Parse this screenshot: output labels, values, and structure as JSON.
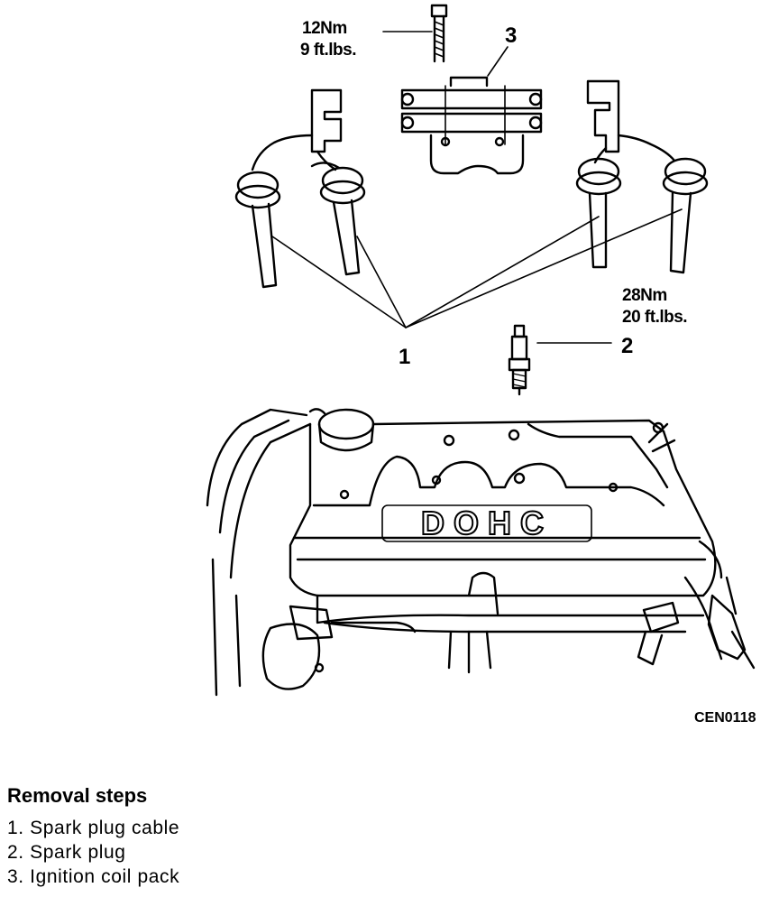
{
  "diagram": {
    "torque_bolt": {
      "line1": "12Nm",
      "line2": "9 ft.lbs."
    },
    "torque_plug": {
      "line1": "28Nm",
      "line2": "20 ft.lbs."
    },
    "callouts": {
      "c1": "1",
      "c2": "2",
      "c3": "3"
    },
    "cover_text": "DOHC",
    "figure_code": "CEN0118"
  },
  "removal": {
    "title": "Removal steps",
    "steps": [
      "1. Spark plug cable",
      "2. Spark plug",
      "3. Ignition coil pack"
    ]
  }
}
